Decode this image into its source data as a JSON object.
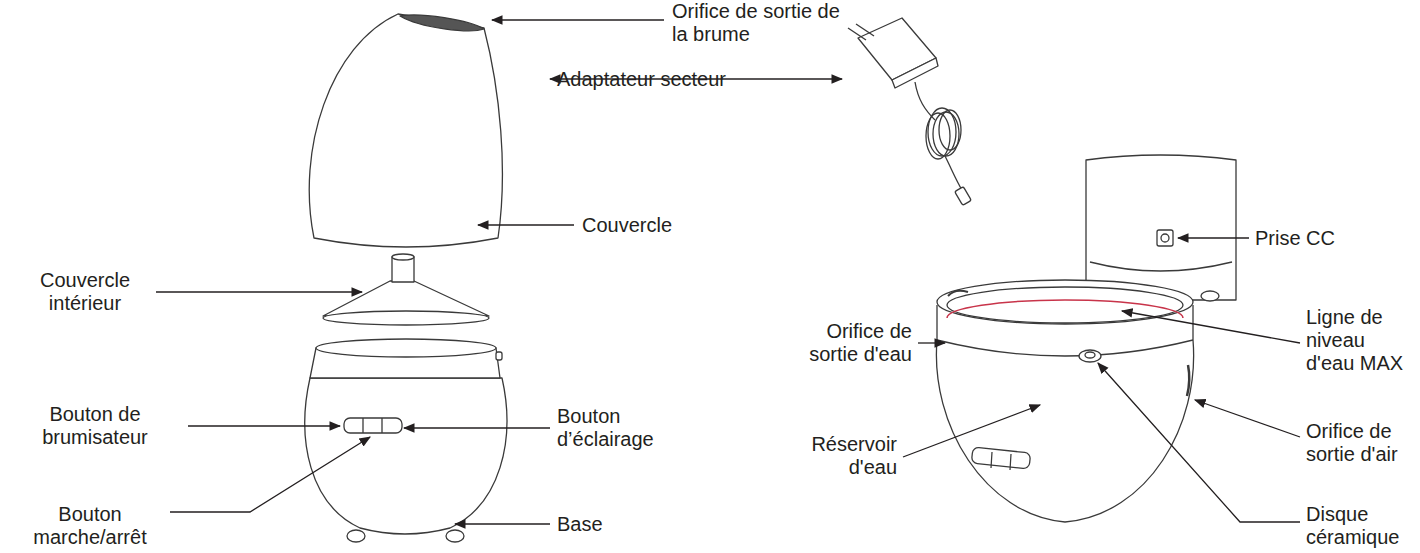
{
  "diagram": {
    "labels": [
      "Orifice de sortie de la brume",
      "Adaptateur secteur",
      "Prise CC",
      "Couvercle",
      "Couvercle intérieur",
      "Ligne de niveau d'eau MAX",
      "Orifice de sortie d'eau",
      "Bouton de brumisateur",
      "Bouton d’éclairage",
      "Orifice de sortie d'air",
      "Réservoir d'eau",
      "Bouton marche/arrêt",
      "Base",
      "Disque céramique"
    ]
  }
}
